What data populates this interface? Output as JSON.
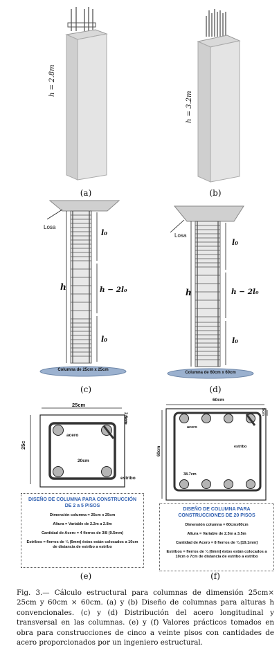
{
  "figure": {
    "panels": {
      "a": {
        "label": "(a)",
        "height_label": "h = 2.8m"
      },
      "b": {
        "label": "(b)",
        "height_label": "h = 3.2m"
      },
      "c": {
        "label": "(c)",
        "slab_label": "Losa",
        "l0_top": "l₀",
        "h": "h",
        "h_minus": "h − 2l₀",
        "l0_bottom": "l₀",
        "base_label": "Columna de 25cm x 25cm"
      },
      "d": {
        "label": "(d)",
        "slab_label": "Losa",
        "l0_top": "l₀",
        "h": "h",
        "h_minus": "h − 2l₀",
        "l0_bottom": "l₀",
        "base_label": "Columna de 60cm x 60cm"
      },
      "e": {
        "label": "(e)",
        "dim_top": "25cm",
        "dim_left": "25c",
        "dim_cover": "2.5cm",
        "acero": "acero",
        "spacing": "20cm",
        "estribo": "estribo",
        "design": {
          "title": "DISEÑO DE COLUMNA PARA CONSTRUCCIÓN DE 2 a 5 PISOS",
          "dimension": "Dimensión columna = 25cm x 25cm",
          "altura": "Altura = Variable de 2.2m a 2.8m",
          "acero": "Cantidad de Acero = 4 fierros de 3/8 (9.5mm)",
          "estribos": "Estribos = fierros de ¼ (6mm) éstos están colocados a 10cm de distancia de estribo a estribo"
        }
      },
      "f": {
        "label": "(f)",
        "dim_top": "60cm",
        "dim_left": "60cm",
        "dim_cover": "5cm",
        "acero": "acero",
        "spacing": "38.7cm",
        "estribo": "estribo",
        "design": {
          "title": "DISEÑO DE COLUMNA PARA CONSTRUCCIONES DE 20 PISOS",
          "dimension": "Dimensión columna = 60cmx60cm",
          "altura": "Altura = Variable de 2.5m a 3.5m",
          "acero": "Cantidad de Acero = 8 fierros de ¾ [19.1mm]",
          "estribos": "Estribos = fierros de ¼ [6mm] éstos están colocados a 10cm o 7cm de distancia de estribo a estribo"
        }
      }
    },
    "caption": "Fig. 3.— Cálculo estructural para columnas de dimensión 25cm× 25cm y 60cm × 60cm. (a) y (b) Diseño de columnas para alturas h convencionales. (c) y (d) Distribución del acero longitudinal y transversal en las columnas. (e) y (f) Valores prácticos tomados en obra para construcciones de cinco a veinte pisos con cantidades de acero proporcionados por un ingeniero estructural."
  }
}
